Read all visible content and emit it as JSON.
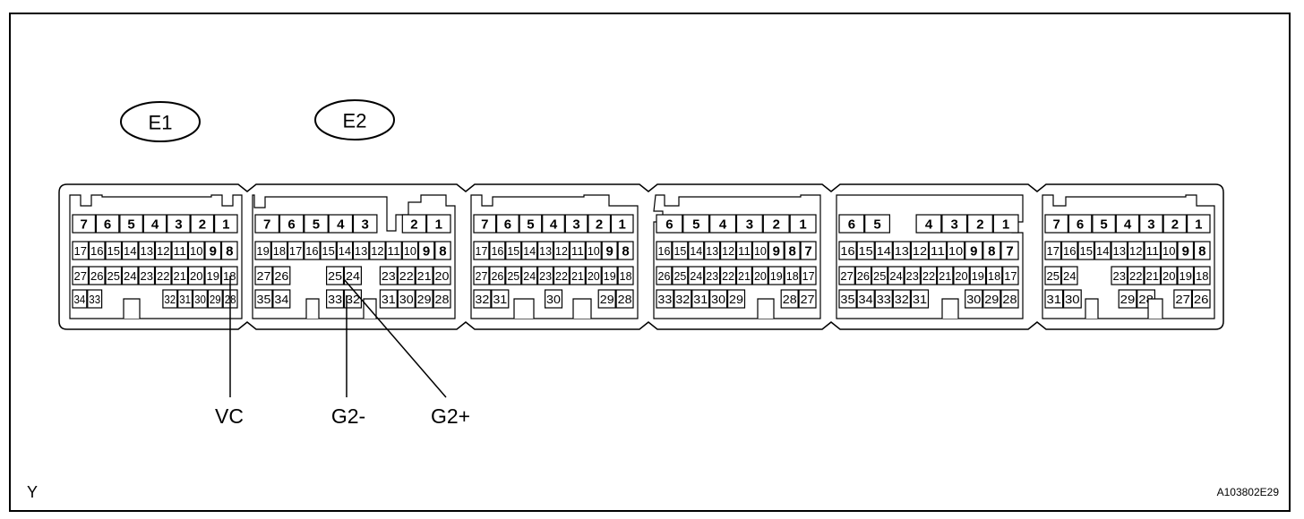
{
  "connectors": {
    "e1": {
      "label": "E1"
    },
    "e2": {
      "label": "E2"
    }
  },
  "signals": {
    "vc": "VC",
    "g2_minus": "G2-",
    "g2_plus": "G2+"
  },
  "corner_letter": "Y",
  "figure_id": "A103802E29",
  "blocks": [
    {
      "id": "b1",
      "rows": [
        [
          "7",
          "6",
          "5",
          "4",
          "3",
          "2",
          "1"
        ],
        [
          "17",
          "16",
          "15",
          "14",
          "13",
          "12",
          "11",
          "10",
          "9",
          "8"
        ],
        [
          "27",
          "26",
          "25",
          "24",
          "23",
          "22",
          "21",
          "20",
          "19",
          "18"
        ],
        [
          "34",
          "33",
          "",
          "",
          "",
          "",
          "32",
          "31",
          "30",
          "29",
          "28"
        ]
      ]
    },
    {
      "id": "b2",
      "rows": [
        [
          "7",
          "6",
          "5",
          "4",
          "3",
          "",
          "2",
          "1"
        ],
        [
          "19",
          "18",
          "17",
          "16",
          "15",
          "14",
          "13",
          "12",
          "11",
          "10",
          "9",
          "8"
        ],
        [
          "27",
          "26",
          "",
          "",
          "25",
          "24",
          "",
          "23",
          "22",
          "21",
          "20"
        ],
        [
          "35",
          "34",
          "",
          "",
          "33",
          "32",
          "",
          "31",
          "30",
          "29",
          "28"
        ]
      ]
    },
    {
      "id": "b3",
      "rows": [
        [
          "7",
          "6",
          "5",
          "4",
          "3",
          "2",
          "1"
        ],
        [
          "17",
          "16",
          "15",
          "14",
          "13",
          "12",
          "11",
          "10",
          "9",
          "8"
        ],
        [
          "27",
          "26",
          "25",
          "24",
          "23",
          "22",
          "21",
          "20",
          "19",
          "18"
        ],
        [
          "32",
          "31",
          "",
          "",
          "30",
          "",
          "",
          "29",
          "28"
        ]
      ]
    },
    {
      "id": "b4",
      "rows": [
        [
          "6",
          "5",
          "4",
          "3",
          "2",
          "1"
        ],
        [
          "16",
          "15",
          "14",
          "13",
          "12",
          "11",
          "10",
          "9",
          "8",
          "7"
        ],
        [
          "26",
          "25",
          "24",
          "23",
          "22",
          "21",
          "20",
          "19",
          "18",
          "17"
        ],
        [
          "33",
          "32",
          "31",
          "30",
          "29",
          "",
          "",
          "28",
          "27"
        ]
      ]
    },
    {
      "id": "b5",
      "rows": [
        [
          "6",
          "5",
          "",
          "4",
          "3",
          "2",
          "1"
        ],
        [
          "16",
          "15",
          "14",
          "13",
          "12",
          "11",
          "10",
          "9",
          "8",
          "7"
        ],
        [
          "27",
          "26",
          "25",
          "24",
          "23",
          "22",
          "21",
          "20",
          "19",
          "18",
          "17"
        ],
        [
          "35",
          "34",
          "33",
          "32",
          "31",
          "",
          "",
          "30",
          "29",
          "28"
        ]
      ]
    },
    {
      "id": "b6",
      "rows": [
        [
          "7",
          "6",
          "5",
          "4",
          "3",
          "2",
          "1"
        ],
        [
          "17",
          "16",
          "15",
          "14",
          "13",
          "12",
          "11",
          "10",
          "9",
          "8"
        ],
        [
          "25",
          "24",
          "",
          "",
          "23",
          "22",
          "21",
          "20",
          "19",
          "18"
        ],
        [
          "31",
          "30",
          "",
          "",
          "29",
          "28",
          "",
          "27",
          "26"
        ]
      ]
    }
  ]
}
